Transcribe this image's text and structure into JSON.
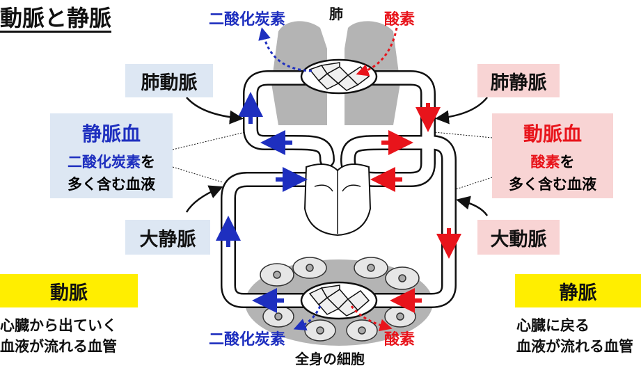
{
  "title": "動脈と静脈",
  "organ_lung": "肺",
  "gas_co2_top": "二酸化炭素",
  "gas_o2_top": "酸素",
  "gas_co2_bottom": "二酸化炭素",
  "gas_o2_bottom": "酸素",
  "cells_label": "全身の細胞",
  "pulmonary_artery": "肺動脈",
  "pulmonary_vein": "肺静脈",
  "vena_cava": "大静脈",
  "aorta": "大動脈",
  "venous_blood": {
    "heading": "静脈血",
    "line1_gas": "二酸化炭素",
    "line1_rest": "を",
    "line2": "多く含む血液"
  },
  "arterial_blood": {
    "heading": "動脈血",
    "line1_gas": "酸素",
    "line1_rest": "を",
    "line2": "多く含む血液"
  },
  "artery_def": {
    "heading": "動脈",
    "line1": "心臓から出ていく",
    "line2": "血液が流れる血管"
  },
  "vein_def": {
    "heading": "静脈",
    "line1": "心臓に戻る",
    "line2": "血液が流れる血管"
  },
  "colors": {
    "red": "#e8141b",
    "blue": "#1e2fbf",
    "yellow": "#ffee00",
    "blue_box": "#dde7f3",
    "pink_box": "#f8d4d4",
    "gray": "#b4b4b4"
  }
}
